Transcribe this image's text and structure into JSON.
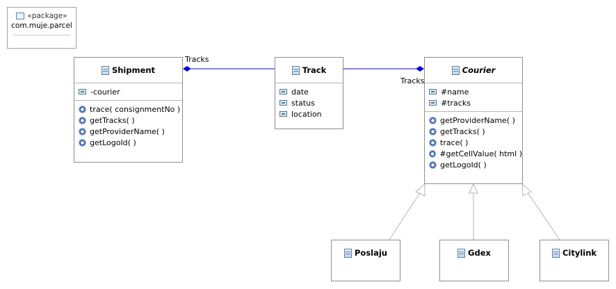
{
  "package": {
    "stereotype": "«package»",
    "name": "com.muje.parcel"
  },
  "classes": {
    "shipment": {
      "name": "Shipment",
      "attributes": [
        "-courier"
      ],
      "operations": [
        "trace( consignmentNo )",
        "getTracks( )",
        "getProviderName( )",
        "getLogoId( )"
      ]
    },
    "track": {
      "name": "Track",
      "attributes": [
        "date",
        "status",
        "location"
      ],
      "operations": []
    },
    "courier": {
      "name": "Courier",
      "abstract": true,
      "attributes": [
        "#name",
        "#tracks"
      ],
      "operations": [
        "getProviderName( )",
        "getTracks( )",
        "trace( )",
        "#getCellValue( html )",
        "getLogoId( )"
      ]
    },
    "poslaju": {
      "name": "Poslaju"
    },
    "gdex": {
      "name": "Gdex"
    },
    "citylink": {
      "name": "Citylink"
    }
  },
  "associations": {
    "shipment_track_label": "Tracks",
    "courier_track_label": "Tracks"
  },
  "colors": {
    "association_line": "#0000d8",
    "generalization_line": "#b4b4b4",
    "box_border": "#8c8c8c"
  }
}
